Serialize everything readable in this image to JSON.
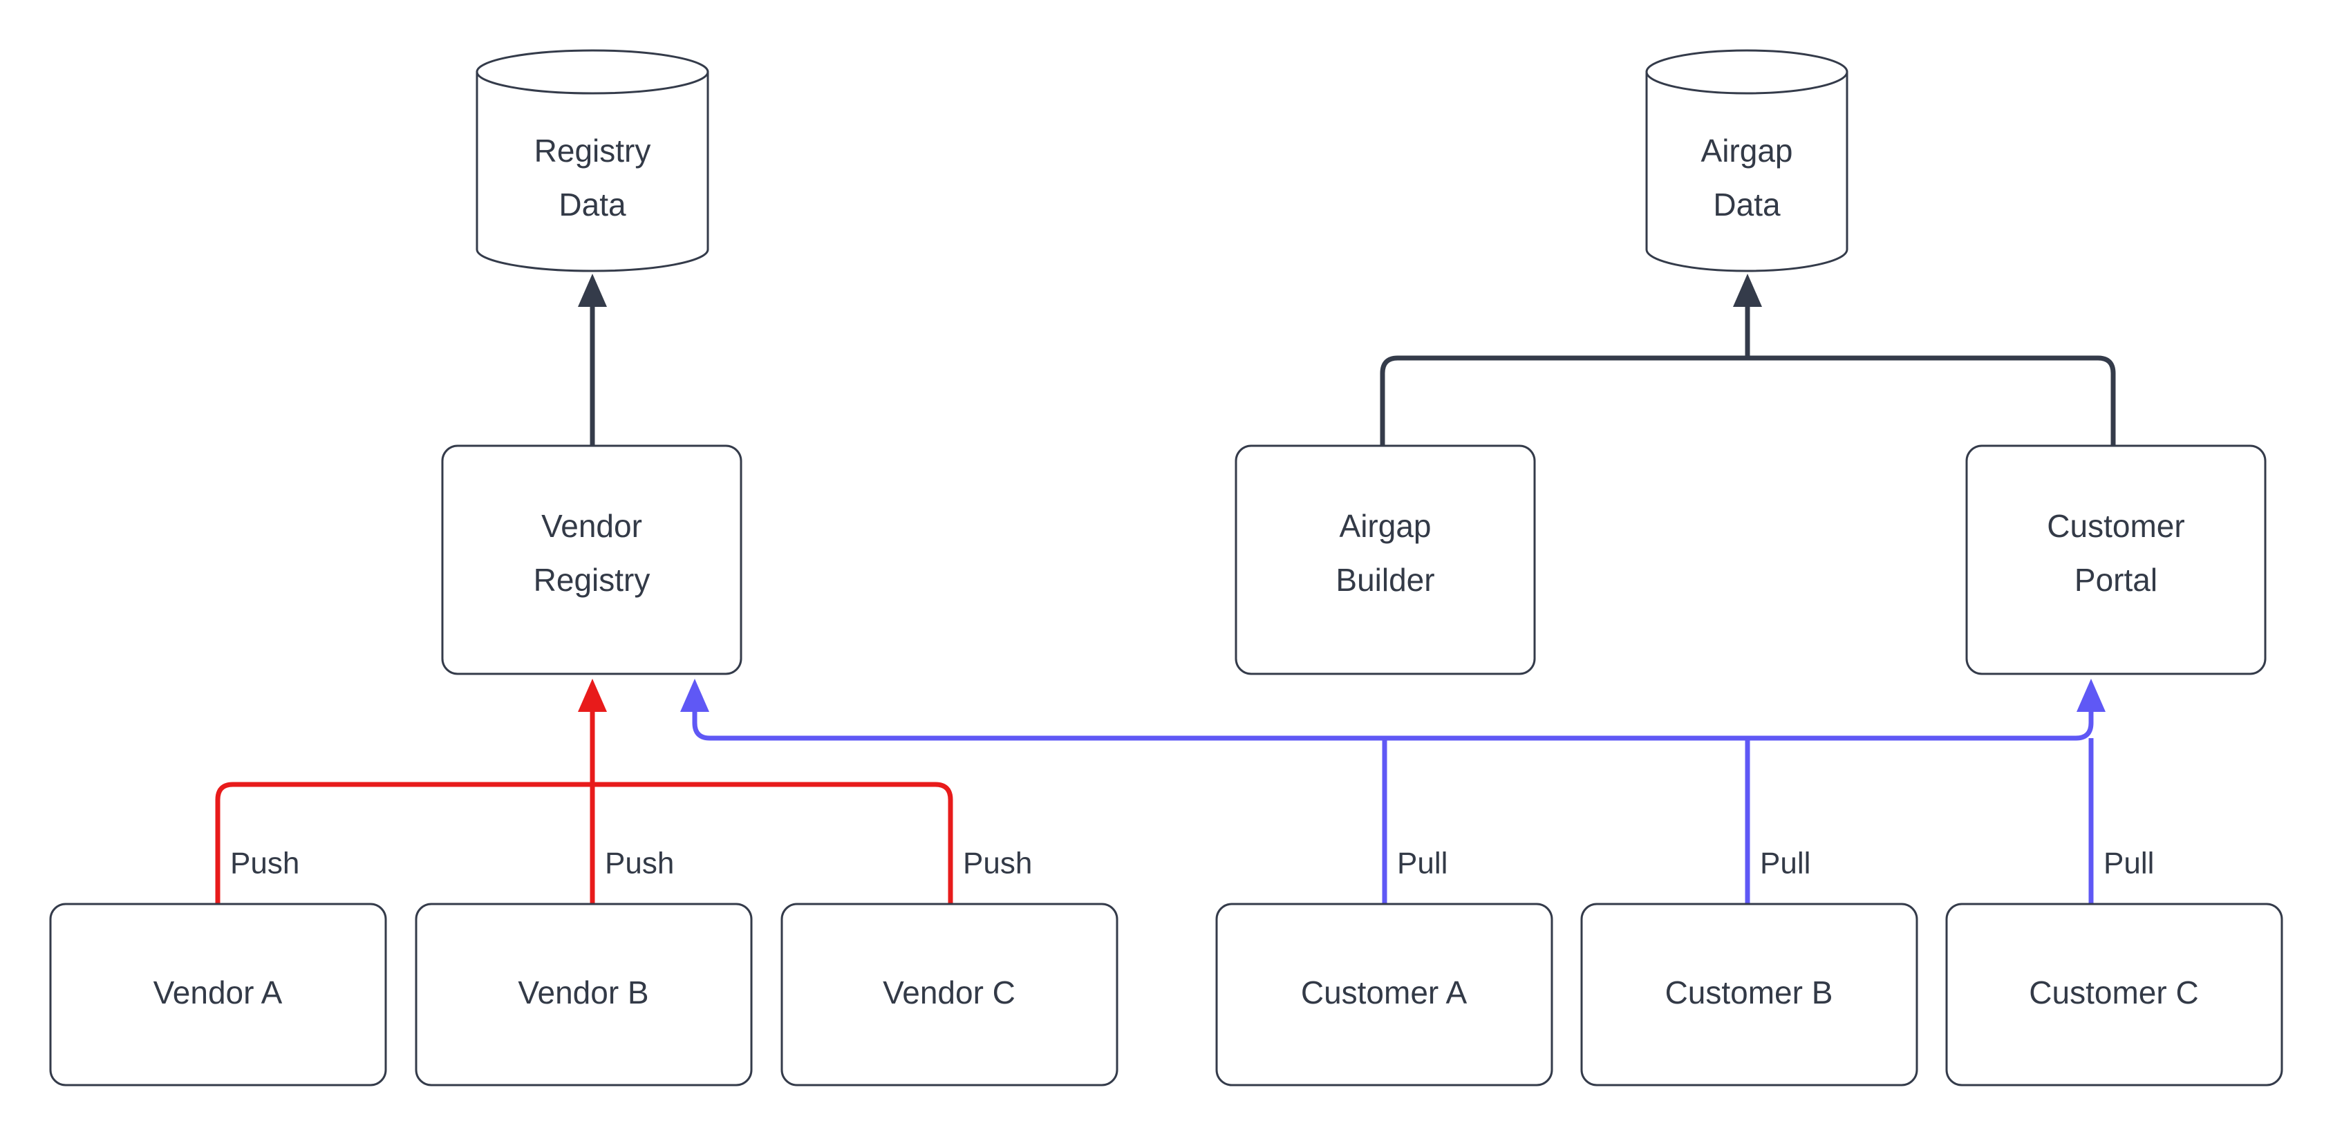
{
  "diagram": {
    "type": "flow-diagram",
    "background_color": "#ffffff",
    "colors": {
      "node_stroke": "#343b4a",
      "node_fill": "#ffffff",
      "text": "#333a47",
      "push_edge": "#e81b1b",
      "pull_edge": "#5f58f5",
      "default_edge": "#343b4a"
    },
    "datastores": [
      {
        "id": "registry-data",
        "line1": "Registry",
        "line2": "Data",
        "shape": "cylinder"
      },
      {
        "id": "airgap-data",
        "line1": "Airgap",
        "line2": "Data",
        "shape": "cylinder"
      }
    ],
    "services": [
      {
        "id": "vendor-registry",
        "line1": "Vendor",
        "line2": "Registry",
        "shape": "rounded-rect"
      },
      {
        "id": "airgap-builder",
        "line1": "Airgap",
        "line2": "Builder",
        "shape": "rounded-rect"
      },
      {
        "id": "customer-portal",
        "line1": "Customer",
        "line2": "Portal",
        "shape": "rounded-rect"
      }
    ],
    "actors": [
      {
        "id": "vendor-a",
        "label": "Vendor A",
        "shape": "rounded-rect"
      },
      {
        "id": "vendor-b",
        "label": "Vendor B",
        "shape": "rounded-rect"
      },
      {
        "id": "vendor-c",
        "label": "Vendor C",
        "shape": "rounded-rect"
      },
      {
        "id": "customer-a",
        "label": "Customer A",
        "shape": "rounded-rect"
      },
      {
        "id": "customer-b",
        "label": "Customer B",
        "shape": "rounded-rect"
      },
      {
        "id": "customer-c",
        "label": "Customer C",
        "shape": "rounded-rect"
      }
    ],
    "edge_labels": {
      "push_a": "Push",
      "push_b": "Push",
      "push_c": "Push",
      "pull_a": "Pull",
      "pull_b": "Pull",
      "pull_c": "Pull"
    },
    "edges": [
      {
        "from": "vendor-registry",
        "to": "registry-data",
        "label": "",
        "color": "#343b4a"
      },
      {
        "from": "airgap-builder",
        "to": "airgap-data",
        "label": "",
        "color": "#343b4a"
      },
      {
        "from": "customer-portal",
        "to": "airgap-data",
        "label": "",
        "color": "#343b4a"
      },
      {
        "from": "vendor-a",
        "to": "vendor-registry",
        "label": "Push",
        "color": "#e81b1b"
      },
      {
        "from": "vendor-b",
        "to": "vendor-registry",
        "label": "Push",
        "color": "#e81b1b"
      },
      {
        "from": "vendor-c",
        "to": "vendor-registry",
        "label": "Push",
        "color": "#e81b1b"
      },
      {
        "from": "customer-a",
        "to": "customer-portal",
        "label": "Pull",
        "color": "#5f58f5"
      },
      {
        "from": "customer-b",
        "to": "customer-portal",
        "label": "Pull",
        "color": "#5f58f5"
      },
      {
        "from": "customer-c",
        "to": "customer-portal",
        "label": "Pull",
        "color": "#5f58f5"
      }
    ]
  }
}
